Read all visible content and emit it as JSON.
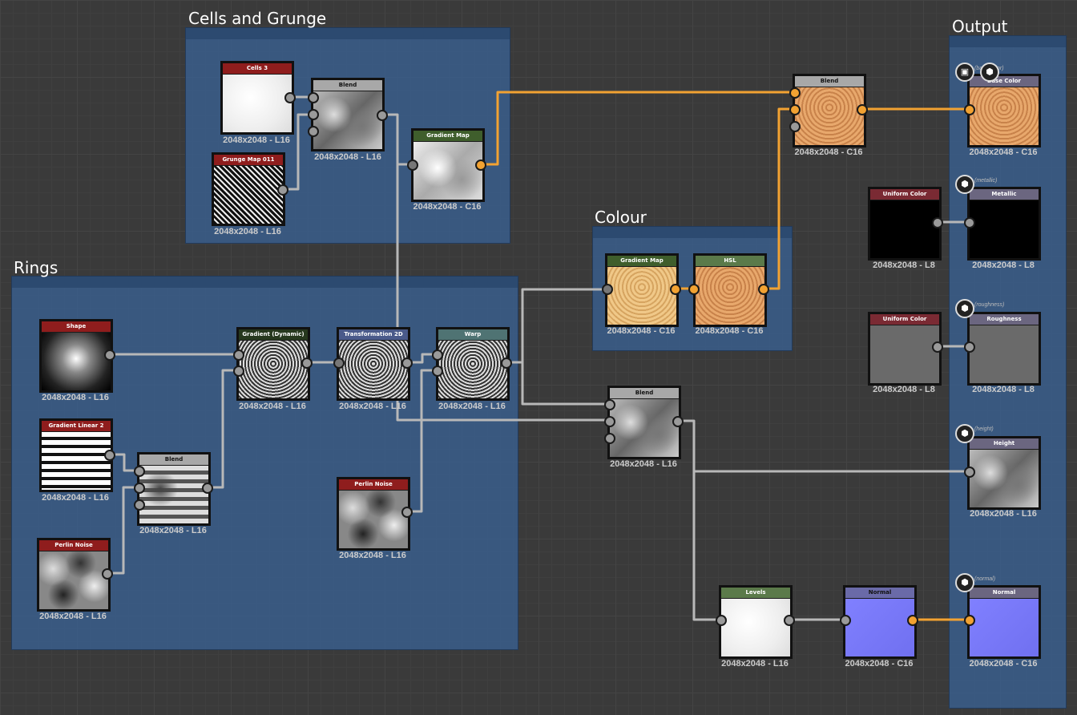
{
  "frames": {
    "cells": "Cells and Grunge",
    "rings": "Rings",
    "colour": "Colour",
    "output": "Output"
  },
  "nodes": {
    "cells3": {
      "title": "Cells 3",
      "header_color": "#8f1d1d",
      "size": "2048x2048 - L16"
    },
    "grunge": {
      "title": "Grunge Map 011",
      "header_color": "#8f1d1d",
      "size": "2048x2048 - L16"
    },
    "blend_cg": {
      "title": "Blend",
      "header_color": "#a8a8a8",
      "size": "2048x2048 - L16"
    },
    "gradmap_cg": {
      "title": "Gradient Map",
      "header_color": "#3f5e2c",
      "size": "2048x2048 - C16"
    },
    "shape": {
      "title": "Shape",
      "header_color": "#8f1d1d",
      "size": "2048x2048 - L16"
    },
    "gradlin2": {
      "title": "Gradient Linear 2",
      "header_color": "#8f1d1d",
      "size": "2048x2048 - L16"
    },
    "perlin1": {
      "title": "Perlin Noise",
      "header_color": "#8f1d1d",
      "size": "2048x2048 - L16"
    },
    "blend_rings": {
      "title": "Blend",
      "header_color": "#a8a8a8",
      "size": "2048x2048 - L16"
    },
    "graddyn": {
      "title": "Gradient (Dynamic)",
      "header_color": "#26381e",
      "size": "2048x2048 - L16"
    },
    "trans2d": {
      "title": "Transformation 2D",
      "header_color": "#4a5a8a",
      "size": "2048x2048 - L16"
    },
    "warp": {
      "title": "Warp",
      "header_color": "#4f7373",
      "size": "2048x2048 - L16"
    },
    "perlin2": {
      "title": "Perlin Noise",
      "header_color": "#8f1d1d",
      "size": "2048x2048 - L16"
    },
    "gradmap_col": {
      "title": "Gradient Map",
      "header_color": "#3f5e2c",
      "size": "2048x2048 - C16"
    },
    "hsl": {
      "title": "HSL",
      "header_color": "#5b7a4a",
      "size": "2048x2048 - C16"
    },
    "blend_top": {
      "title": "Blend",
      "header_color": "#a8a8a8",
      "size": "2048x2048 - C16"
    },
    "blend_mid": {
      "title": "Blend",
      "header_color": "#a8a8a8",
      "size": "2048x2048 - L16"
    },
    "uni1": {
      "title": "Uniform Color",
      "header_color": "#7a2a33",
      "size": "2048x2048 - L8"
    },
    "uni2": {
      "title": "Uniform Color",
      "header_color": "#7a2a33",
      "size": "2048x2048 - L8"
    },
    "levels": {
      "title": "Levels",
      "header_color": "#5b7a4a",
      "size": "2048x2048 - L16"
    },
    "normal": {
      "title": "Normal",
      "header_color": "#6a6aa8",
      "size": "2048x2048 - C16"
    },
    "out_base": {
      "title": "Base Color",
      "header_color": "#6b6680",
      "size": "2048x2048 - C16",
      "hint": "(baseColor)"
    },
    "out_metal": {
      "title": "Metallic",
      "header_color": "#6b6680",
      "size": "2048x2048 - L8",
      "hint": "(metallic)"
    },
    "out_rough": {
      "title": "Roughness",
      "header_color": "#6b6680",
      "size": "2048x2048 - L8",
      "hint": "(roughness)"
    },
    "out_height": {
      "title": "Height",
      "header_color": "#6b6680",
      "size": "2048x2048 - L16",
      "hint": "(height)"
    },
    "out_normal": {
      "title": "Normal",
      "header_color": "#6b6680",
      "size": "2048x2048 - C16",
      "hint": "(normal)"
    }
  },
  "colors": {
    "frame": "#3a5e8c",
    "wire": "#b8b8b8",
    "wire_color": "#f2a232"
  },
  "icons": {
    "output_badge": "cube-icon",
    "base_badge_extra": "checker-icon"
  }
}
